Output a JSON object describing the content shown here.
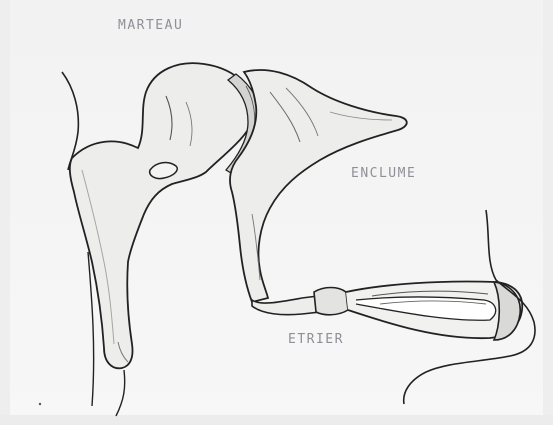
{
  "labels": {
    "marteau": "MARTEAU",
    "enclume": "ENCLUME",
    "etrier": "ETRIER"
  },
  "colors": {
    "background": "#f5f5f5",
    "bone_fill": "#ededec",
    "bone_shadow": "#c9c9c9",
    "ink": "#222222",
    "label": "#8f8f96"
  }
}
